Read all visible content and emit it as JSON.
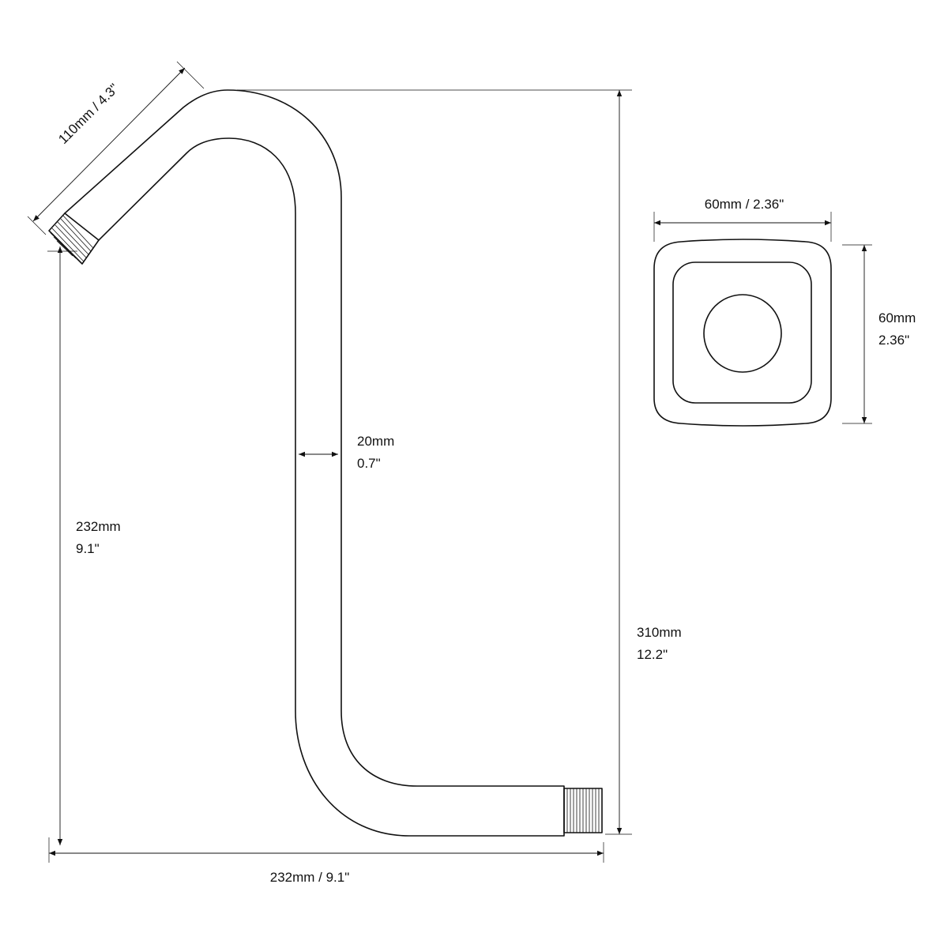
{
  "dimensions": {
    "arm_length": "110mm / 4.3\"",
    "pipe_diameter_mm": "20mm",
    "pipe_diameter_in": "0.7\"",
    "drop_height_mm": "232mm",
    "drop_height_in": "9.1\"",
    "total_height_mm": "310mm",
    "total_height_in": "12.2\"",
    "total_width": "232mm / 9.1\"",
    "flange_width": "60mm / 2.36\"",
    "flange_height_mm": "60mm",
    "flange_height_in": "2.36\""
  },
  "colors": {
    "line": "#111111",
    "background": "#ffffff"
  }
}
